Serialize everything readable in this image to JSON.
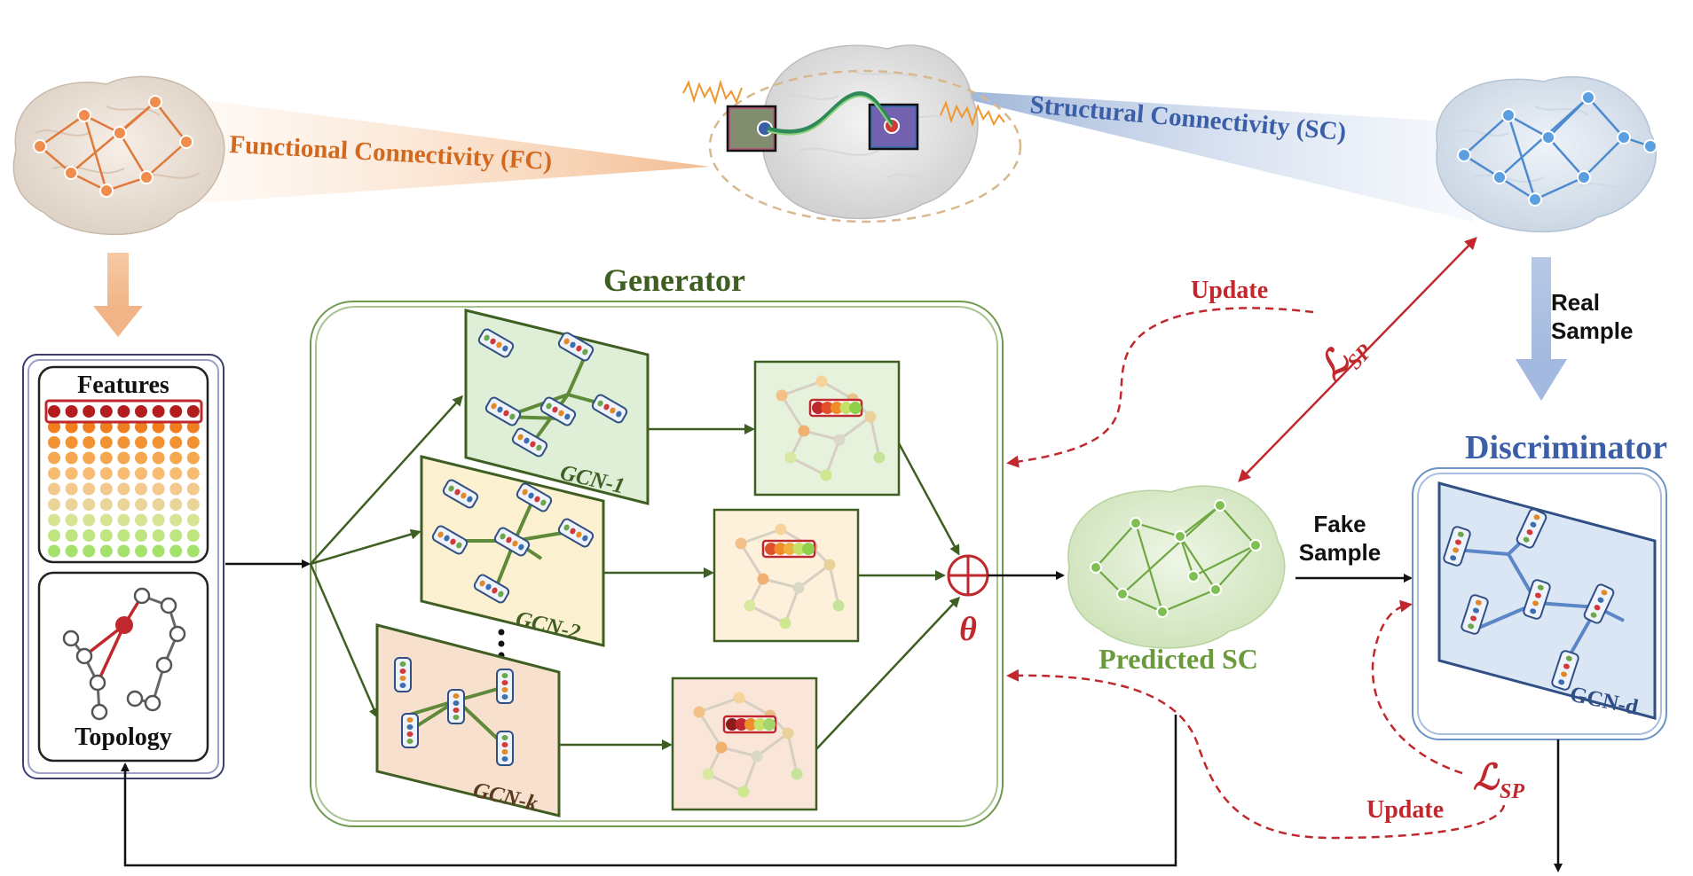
{
  "top": {
    "fc_label": "Functional Connectivity (FC)",
    "sc_label": "Structural Connectivity (SC)"
  },
  "input_panel": {
    "features_label": "Features",
    "topology_label": "Topology"
  },
  "generator": {
    "title": "Generator",
    "branches": [
      "GCN-1",
      "GCN-2",
      "GCN-k"
    ],
    "fusion_symbol": "⊕",
    "theta_label": "θ"
  },
  "predicted_sc_label": "Predicted SC",
  "discriminator": {
    "title": "Discriminator",
    "gcn_label": "GCN-d"
  },
  "labels": {
    "real_sample_1": "Real",
    "real_sample_2": "Sample",
    "fake_sample_1": "Fake",
    "fake_sample_2": "Sample",
    "update_top": "Update",
    "update_bottom": "Update",
    "loss_main": "ℒ",
    "loss_sub": "SP"
  },
  "colors": {
    "fc_orange": "#d2691e",
    "sc_blue": "#3b5ea8",
    "generator_green": "#3f5f22",
    "update_red": "#c0282d",
    "predicted_green": "#6a9a3c"
  }
}
